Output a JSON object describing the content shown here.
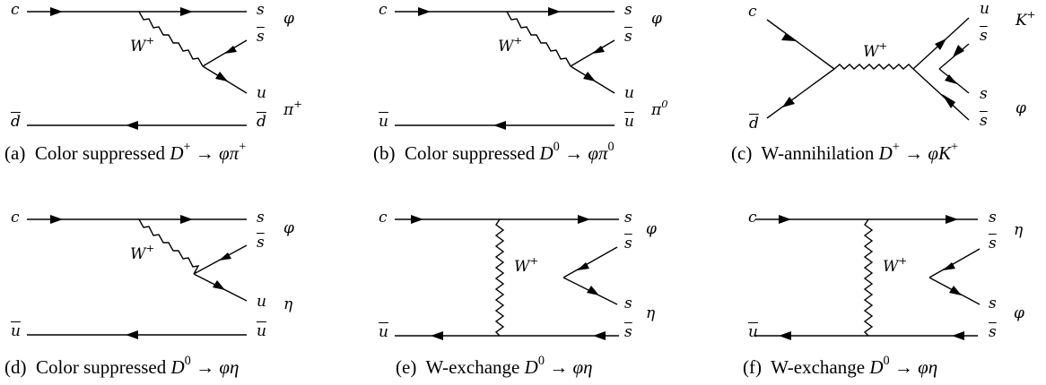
{
  "panels": [
    {
      "caption": {
        "tag": "(a)",
        "text": "Color suppressed",
        "meson": "D",
        "charge": "+",
        "arrow": "→",
        "f1": "φ",
        "f2": "π",
        "f2sup": "+"
      },
      "w_label": {
        "base": "W",
        "sup": "+"
      },
      "quarks": {
        "top_in": "c",
        "bot_in": "d",
        "top_out": "s",
        "mid1": "s",
        "mid2": "u",
        "bot_out": "d"
      },
      "mesons": {
        "top": "φ",
        "bottom_base": "π",
        "bottom_sup": "+"
      }
    },
    {
      "caption": {
        "tag": "(b)",
        "text": "Color suppressed",
        "meson": "D",
        "charge": "0",
        "arrow": "→",
        "f1": "φ",
        "f2": "π",
        "f2sup": "0"
      },
      "w_label": {
        "base": "W",
        "sup": "+"
      },
      "quarks": {
        "top_in": "c",
        "bot_in": "u",
        "top_out": "s",
        "mid1": "s",
        "mid2": "u",
        "bot_out": "u"
      },
      "mesons": {
        "top": "φ",
        "bottom_base": "π",
        "bottom_sup": "0"
      }
    },
    {
      "caption": {
        "tag": "(c)",
        "text": "W-annihilation",
        "meson": "D",
        "charge": "+",
        "arrow": "→",
        "f1": "φ",
        "f2": "K",
        "f2sup": "+"
      },
      "w_label": {
        "base": "W",
        "sup": "+"
      },
      "quarks": {
        "top_in": "c",
        "bot_in": "d",
        "out1": "u",
        "out2": "s",
        "out3": "s",
        "out4": "s"
      },
      "mesons": {
        "top_base": "K",
        "top_sup": "+",
        "bottom": "φ"
      }
    },
    {
      "caption": {
        "tag": "(d)",
        "text": "Color suppressed",
        "meson": "D",
        "charge": "0",
        "arrow": "→",
        "f1": "φ",
        "f2": "η",
        "f2sup": ""
      },
      "w_label": {
        "base": "W",
        "sup": "+"
      },
      "quarks": {
        "top_in": "c",
        "bot_in": "u",
        "top_out": "s",
        "mid1": "s",
        "mid2": "u",
        "bot_out": "u"
      },
      "mesons": {
        "top": "φ",
        "bottom": "η"
      }
    },
    {
      "caption": {
        "tag": "(e)",
        "text": "W-exchange",
        "meson": "D",
        "charge": "0",
        "arrow": "→",
        "f1": "φ",
        "f2": "η",
        "f2sup": ""
      },
      "w_label": {
        "base": "W",
        "sup": "+"
      },
      "quarks": {
        "top_in": "c",
        "bot_in": "u",
        "top_out": "s",
        "mid1": "s",
        "mid2": "s",
        "bot_out": "s"
      },
      "mesons": {
        "top": "φ",
        "bottom": "η"
      }
    },
    {
      "caption": {
        "tag": "(f)",
        "text": "W-exchange",
        "meson": "D",
        "charge": "0",
        "arrow": "→",
        "f1": "φ",
        "f2": "η",
        "f2sup": ""
      },
      "w_label": {
        "base": "W",
        "sup": "+"
      },
      "quarks": {
        "top_in": "c",
        "bot_in": "u",
        "top_out": "s",
        "mid1": "s",
        "mid2": "s",
        "bot_out": "s"
      },
      "mesons": {
        "top": "η",
        "bottom": "φ"
      }
    }
  ]
}
